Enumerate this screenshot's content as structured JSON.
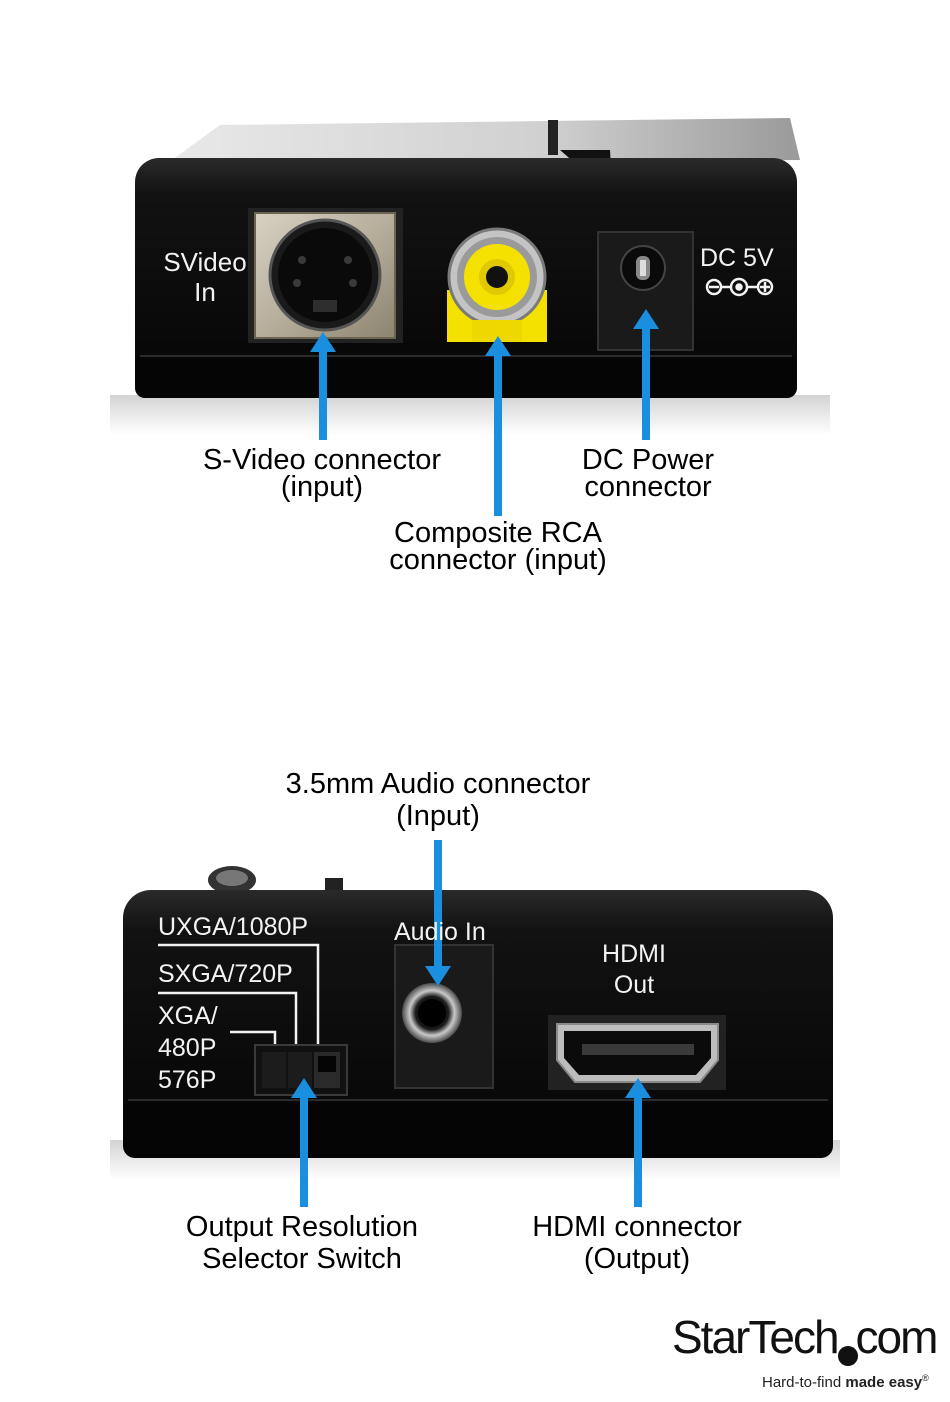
{
  "top_device": {
    "svideo_panel_label": [
      "SVideo",
      "In"
    ],
    "dc_label": "DC 5V",
    "callouts": {
      "svideo": [
        "S-Video connector",
        "(input)"
      ],
      "composite": [
        "Composite RCA",
        "connector (input)"
      ],
      "dc_power": [
        "DC Power",
        "connector"
      ]
    }
  },
  "bottom_device": {
    "resolution_labels": [
      "UXGA/1080P",
      "SXGA/720P",
      "XGA/",
      "480P",
      "576P"
    ],
    "audio_in_label": "Audio In",
    "hdmi_panel_label": [
      "HDMI",
      "Out"
    ],
    "callouts": {
      "audio": [
        "3.5mm Audio connector",
        "(Input)"
      ],
      "switch": [
        "Output Resolution",
        "Selector Switch"
      ],
      "hdmi": [
        "HDMI connector",
        "(Output)"
      ]
    }
  },
  "brand": {
    "logo_text_left": "StarTech",
    "logo_text_right": "com",
    "tagline_plain": "Hard-to-find ",
    "tagline_bold": "made easy",
    "registered_mark": "®"
  },
  "colors": {
    "arrow": "#1a8fe0",
    "device_body": "#0d0d0d",
    "rca_yellow": "#f5e100"
  }
}
